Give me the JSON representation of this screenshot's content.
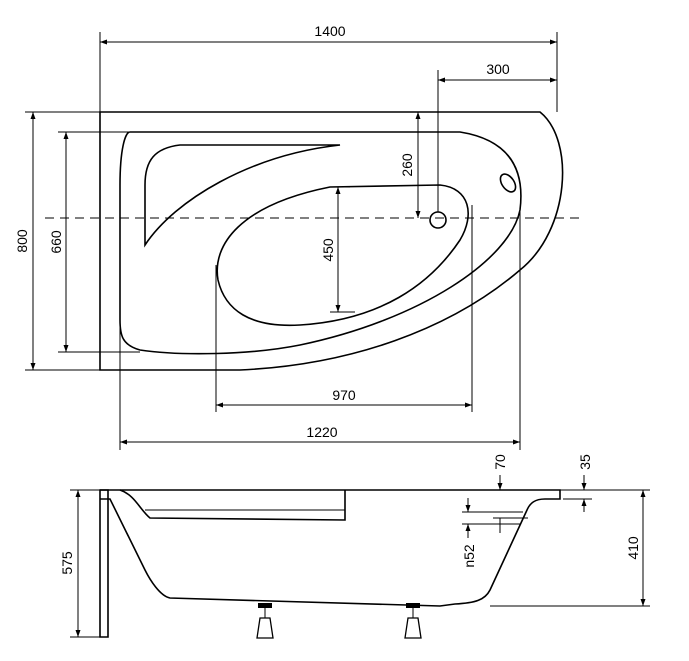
{
  "top_view": {
    "width_total": "1400",
    "drain_offset": "300",
    "depth_total": "800",
    "inner_depth": "660",
    "drain_from_top": "260",
    "basin_width": "450",
    "basin_length": "970",
    "inner_length": "1220"
  },
  "side_view": {
    "rim_70": "70",
    "rim_35": "35",
    "overall_height": "575",
    "tub_depth": "410",
    "overflow": "n52"
  }
}
